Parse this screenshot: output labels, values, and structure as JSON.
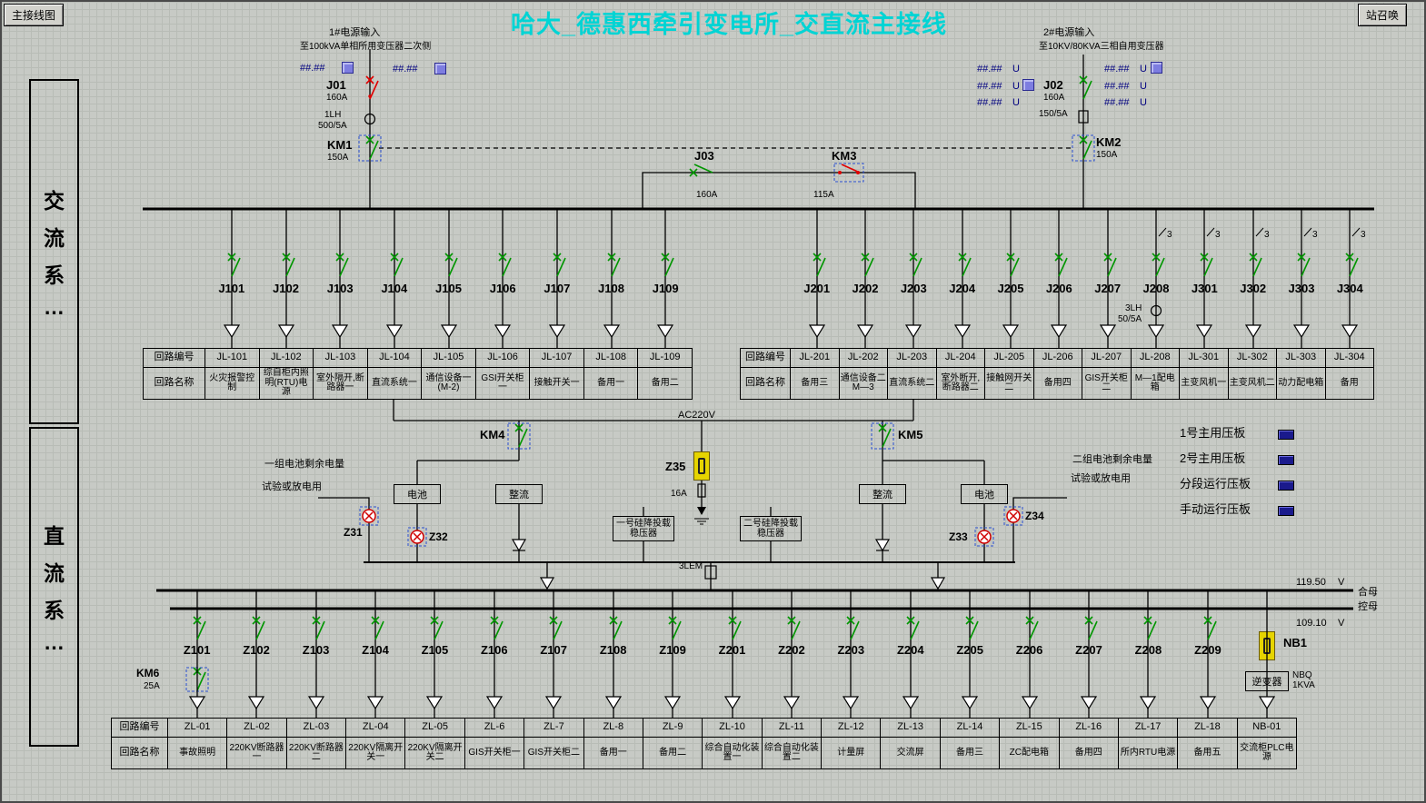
{
  "window": {
    "btn_left": "主接线图",
    "btn_right": "站召唤",
    "title": "哈大_德惠西牵引变电所_交直流主接线"
  },
  "sidebar": {
    "ac": [
      "交",
      "流",
      "系",
      "…"
    ],
    "dc": [
      "直",
      "流",
      "系",
      "…"
    ]
  },
  "src_left": {
    "l1": "1#电源输入",
    "l2": "至100kVA单相所用变压器二次侧",
    "m1": "##.##",
    "m2": "##.##",
    "j": "J01",
    "ja": "160A",
    "ct1": "1LH",
    "ct2": "500/5A",
    "km": "KM1",
    "kma": "150A"
  },
  "src_right": {
    "l1": "2#电源输入",
    "l2": "至10KV/80KVA三相自用变压器",
    "j": "J02",
    "ja": "160A",
    "ct": "150/5A",
    "km": "KM2",
    "kma": "150A",
    "u": "U",
    "ul": [
      "##.##",
      "##.##",
      "##.##"
    ],
    "ur": [
      "##.##",
      "##.##",
      "##.##"
    ]
  },
  "tie": {
    "j": "J03",
    "ja": "160A",
    "km": "KM3",
    "kma": "115A"
  },
  "j208_ct": {
    "n": "3LH",
    "r": "50/5A"
  },
  "ac_feeders_left": [
    {
      "label": "J101",
      "m": 1
    },
    {
      "label": "J102",
      "m": 1
    },
    {
      "label": "J103"
    },
    {
      "label": "J104"
    },
    {
      "label": "J105",
      "m": 1
    },
    {
      "label": "J106"
    },
    {
      "label": "J107"
    },
    {
      "label": "J108",
      "m": 1
    },
    {
      "label": "J109",
      "m": 1
    }
  ],
  "ac_feeders_right": [
    {
      "label": "J201",
      "m": 1
    },
    {
      "label": "J202",
      "m": 1
    },
    {
      "label": "J203"
    },
    {
      "label": "J204"
    },
    {
      "label": "J205"
    },
    {
      "label": "J206",
      "m": 1
    },
    {
      "label": "J207"
    },
    {
      "label": "J208",
      "m": 1,
      "p3": 1,
      "ct": 1
    },
    {
      "label": "J301",
      "m": 1,
      "p3": 1
    },
    {
      "label": "J302",
      "m": 1,
      "p3": 1
    },
    {
      "label": "J303",
      "m": 1,
      "p3": 1
    },
    {
      "label": "J304",
      "m": 1,
      "p3": 1
    }
  ],
  "dc_feeders": [
    {
      "label": "Z101",
      "m": 1
    },
    {
      "label": "Z102"
    },
    {
      "label": "Z103"
    },
    {
      "label": "Z104"
    },
    {
      "label": "Z105"
    },
    {
      "label": "Z106"
    },
    {
      "label": "Z107"
    },
    {
      "label": "Z108",
      "m": 1
    },
    {
      "label": "Z109",
      "m": 1
    },
    {
      "label": "Z201"
    },
    {
      "label": "Z202"
    },
    {
      "label": "Z203",
      "m": 1
    },
    {
      "label": "Z204",
      "m": 1
    },
    {
      "label": "Z205",
      "m": 1
    },
    {
      "label": "Z206",
      "m": 1
    },
    {
      "label": "Z207",
      "m": 1
    },
    {
      "label": "Z208",
      "m": 1
    },
    {
      "label": "Z209",
      "m": 1
    },
    {
      "label": "",
      "nosw": 1
    }
  ],
  "tables": {
    "left": {
      "h1": "回路编号",
      "h2": "回路名称",
      "ids": [
        "JL-101",
        "JL-102",
        "JL-103",
        "JL-104",
        "JL-105",
        "JL-106",
        "JL-107",
        "JL-108",
        "JL-109"
      ],
      "names": [
        "火灾报警控制",
        "综自柜内照明(RTU)电源",
        "室外隔开,断路器一",
        "直流系统一",
        "通信设备一(M-2)",
        "GSI开关柜一",
        "接触开关一",
        "备用一",
        "备用二"
      ]
    },
    "right": {
      "h1": "回路编号",
      "h2": "回路名称",
      "ids": [
        "JL-201",
        "JL-202",
        "JL-203",
        "JL-204",
        "JL-205",
        "JL-206",
        "JL-207",
        "JL-208",
        "JL-301",
        "JL-302",
        "JL-303",
        "JL-304"
      ],
      "names": [
        "备用三",
        "通信设备二M—3",
        "直流系统二",
        "室外断开,断路器二",
        "接触网开关二",
        "备用四",
        "GIS开关柜二",
        "M—1配电箱",
        "主变风机一",
        "主变风机二",
        "动力配电箱",
        "备用"
      ]
    },
    "bottom": {
      "h1": "回路编号",
      "h2": "回路名称",
      "ids": [
        "ZL-01",
        "ZL-02",
        "ZL-03",
        "ZL-04",
        "ZL-05",
        "ZL-6",
        "ZL-7",
        "ZL-8",
        "ZL-9",
        "ZL-10",
        "ZL-11",
        "ZL-12",
        "ZL-13",
        "ZL-14",
        "ZL-15",
        "ZL-16",
        "ZL-17",
        "ZL-18",
        "NB-01"
      ],
      "names": [
        "事故照明",
        "220KV断路器一",
        "220KV断路器二",
        "220KV隔离开关一",
        "220KV隔离开关二",
        "GIS开关柜一",
        "GIS开关柜二",
        "备用一",
        "备用二",
        "综合自动化装置一",
        "综合自动化装置二",
        "计量屏",
        "交流屏",
        "备用三",
        "ZC配电箱",
        "备用四",
        "所内RTU电源",
        "备用五",
        "交流柜PLC电源"
      ]
    }
  },
  "dc": {
    "ac220": "AC220V",
    "km4": "KM4",
    "km5": "KM5",
    "km6": "KM6",
    "km6a": "25A",
    "z35": "Z35",
    "z35a": "16A",
    "battery": "电池",
    "rectifier": "整流",
    "z31": "Z31",
    "z32": "Z32",
    "z33": "Z33",
    "z34": "Z34",
    "noteL1": "一组电池剩余电量",
    "noteL2": "试验或放电用",
    "noteR1": "二组电池剩余电量",
    "noteR2": "试验或放电用",
    "reg1a": "一号硅降投载",
    "reg1b": "稳压器",
    "reg2a": "二号硅降投载",
    "reg2b": "稳压器",
    "lem": "3LEM",
    "plates": [
      "1号主用压板",
      "2号主用压板",
      "分段运行压板",
      "手动运行压板"
    ],
    "v1": "119.50",
    "v2": "109.10",
    "vu": "V",
    "bus1": "合母",
    "bus2": "控母",
    "nb1": "NB1",
    "inv": "逆变器",
    "nbq1": "NBQ",
    "nbq2": "1KVA"
  },
  "colors": {
    "magenta": "#c000c0",
    "green": "#009600",
    "red": "#e00000",
    "title": "#00d4d4"
  }
}
